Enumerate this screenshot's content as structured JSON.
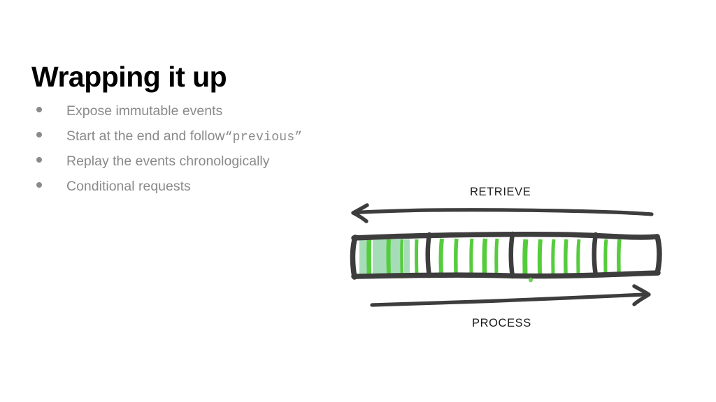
{
  "slide": {
    "title": "Wrapping it up",
    "background_color": "#ffffff"
  },
  "bullets": {
    "text_color": "#8a8a8a",
    "items": [
      {
        "text": "Expose immutable events",
        "code": "",
        "prefix": "",
        "suffix": ""
      },
      {
        "text": "",
        "prefix": "Start at the end and follow ",
        "code": "“previous”",
        "suffix": ""
      },
      {
        "text": "Replay the events chronologically",
        "code": "",
        "prefix": "",
        "suffix": ""
      },
      {
        "text": "Conditional requests",
        "code": "",
        "prefix": "",
        "suffix": ""
      }
    ]
  },
  "diagram": {
    "type": "hand-drawn-timeline",
    "stroke_color": "#3d3d3d",
    "green_bright": "#55cc3c",
    "green_pale": "#a6ddb8",
    "top_arrow": {
      "label": "RETRIEVE",
      "direction": "left"
    },
    "bottom_arrow": {
      "label": "PROCESS",
      "direction": "right"
    },
    "segments": [
      {
        "index": 1,
        "marks": 6,
        "highlighted": true
      },
      {
        "index": 2,
        "marks": 5,
        "highlighted": false
      },
      {
        "index": 3,
        "marks": 5,
        "highlighted": false
      },
      {
        "index": 4,
        "marks": 3,
        "highlighted": false
      }
    ]
  }
}
